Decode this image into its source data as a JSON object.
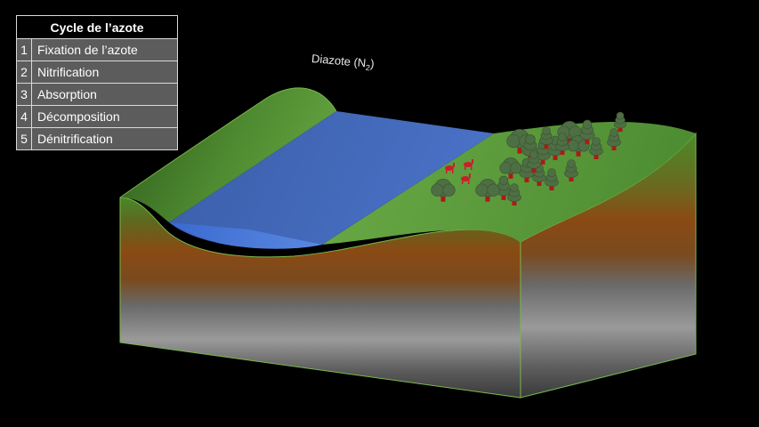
{
  "legend": {
    "title": "Cycle de l’azote",
    "items": [
      {
        "num": "1",
        "label": "Fixation de l’azote"
      },
      {
        "num": "2",
        "label": "Nitrification"
      },
      {
        "num": "3",
        "label": "Absorption"
      },
      {
        "num": "4",
        "label": "Décomposition"
      },
      {
        "num": "5",
        "label": "Dénitrification"
      }
    ]
  },
  "atmosphere": {
    "label": "Diazote (N",
    "subscript": "2",
    "label_end": ")"
  },
  "colors": {
    "background": "#000000",
    "grass": "#5a9a3a",
    "water": "#3f66b8",
    "soil_brown": "#8a4a18",
    "bedrock": "#6e6e6e",
    "tree_trunk": "#b01818",
    "tree_canopy": "#4e6e44",
    "animal": "#c8202a"
  }
}
